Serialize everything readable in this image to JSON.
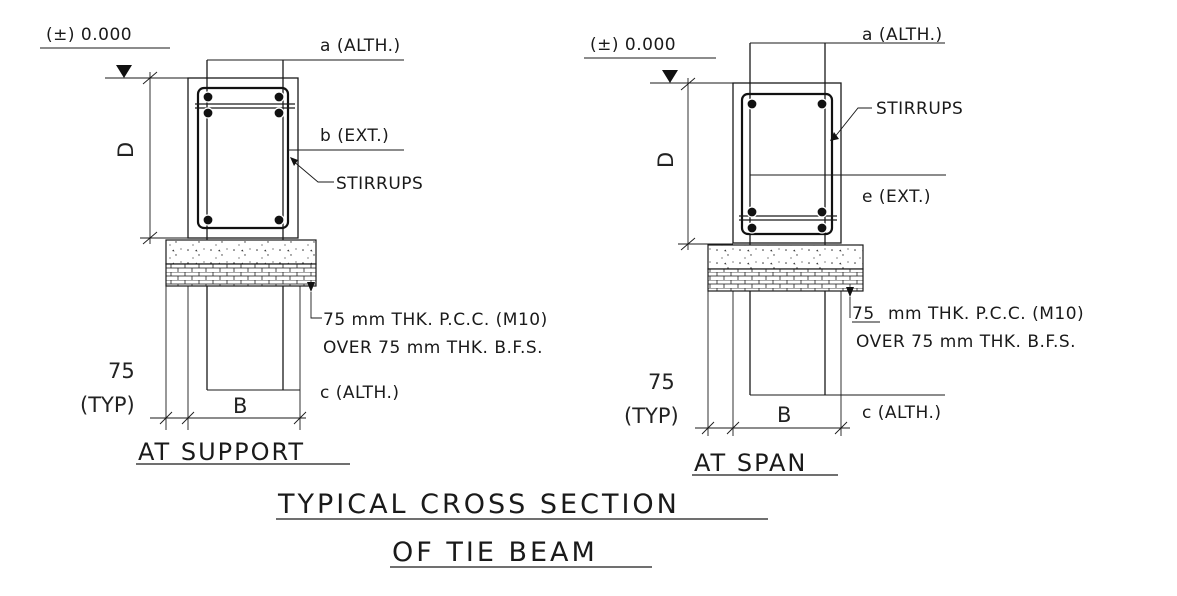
{
  "left_section": {
    "level": "(±) 0.000",
    "top_bar": "a (ALTH.)",
    "extra_bar": "b (EXT.)",
    "stirrups": "STIRRUPS",
    "pcc_note_line1": "75 mm THK. P.C.C. (M10)",
    "pcc_note_line2": "OVER 75 mm THK. B.F.S.",
    "bottom_bar": "c (ALTH.)",
    "depth_label": "D",
    "width_label": "B",
    "offset_value": "75",
    "offset_note": "(TYP)",
    "caption": "AT SUPPORT"
  },
  "right_section": {
    "level": "(±) 0.000",
    "top_bar": "a (ALTH.)",
    "stirrups": "STIRRUPS",
    "extra_bar": "e (EXT.)",
    "pcc_note_value": "75",
    "pcc_note_line1_rest": "mm THK. P.C.C. (M10)",
    "pcc_note_line2": "OVER 75 mm THK. B.F.S.",
    "bottom_bar": "c (ALTH.)",
    "depth_label": "D",
    "width_label": "B",
    "offset_value": "75",
    "offset_note": "(TYP)",
    "caption": "AT SPAN"
  },
  "title": {
    "line1": "TYPICAL CROSS SECTION",
    "line2": "OF TIE BEAM"
  }
}
